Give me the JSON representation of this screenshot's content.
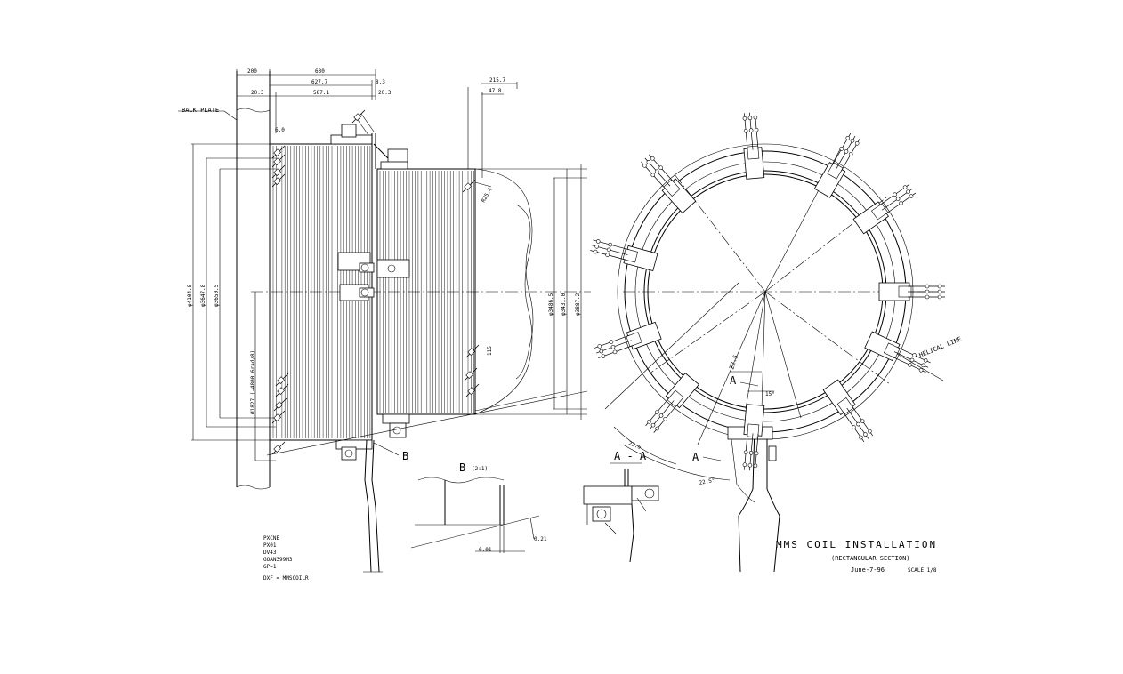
{
  "title_block": {
    "title": "MMS COIL INSTALLATION",
    "subtitle": "(RECTANGULAR SECTION)",
    "date": "June-7-96",
    "scale": "SCALE 1/8"
  },
  "file_info": {
    "lines": [
      "PXCNE",
      "PX01",
      "DV43",
      "GOAN399M3",
      "GP=1"
    ],
    "dxf": "DXF = MMSCOILR"
  },
  "labels": {
    "back_plate": "BACK PLATE",
    "detail_b": "B",
    "detail_b_title": "B",
    "detail_b_note": "(2:1)",
    "section_aa": "A - A",
    "section_a1": "A",
    "section_a2": "A",
    "dim_0_21": "0.21",
    "dim_0_01": "0.01",
    "helix_line": "HELICAL LINE"
  },
  "dimensions": {
    "d200": "200",
    "d630": "630",
    "d627_7": "627.7",
    "d8_3": "8.3",
    "d20_3": "20.3",
    "d587_1": "587.1",
    "d20_3b": "20.3",
    "d6_0": "6.0",
    "d215_7": "215.7",
    "d47_8": "47.8",
    "v4104_8": "φ4104.8",
    "v3647_8": "φ3647.8",
    "v3650_5": "φ3650.5",
    "v_inner": "Ø1827 (-4800.6rad/8)",
    "v3486_5": "φ3486.5",
    "v3431_0": "φ3431.0",
    "v3887_2": "φ3887.2",
    "r_r25_4": "R25.4",
    "r_115": "115",
    "a_22_5": "22.5",
    "a_15": "15°",
    "a_22_5b": "22.5",
    "a_22_5c": "22.5°"
  }
}
